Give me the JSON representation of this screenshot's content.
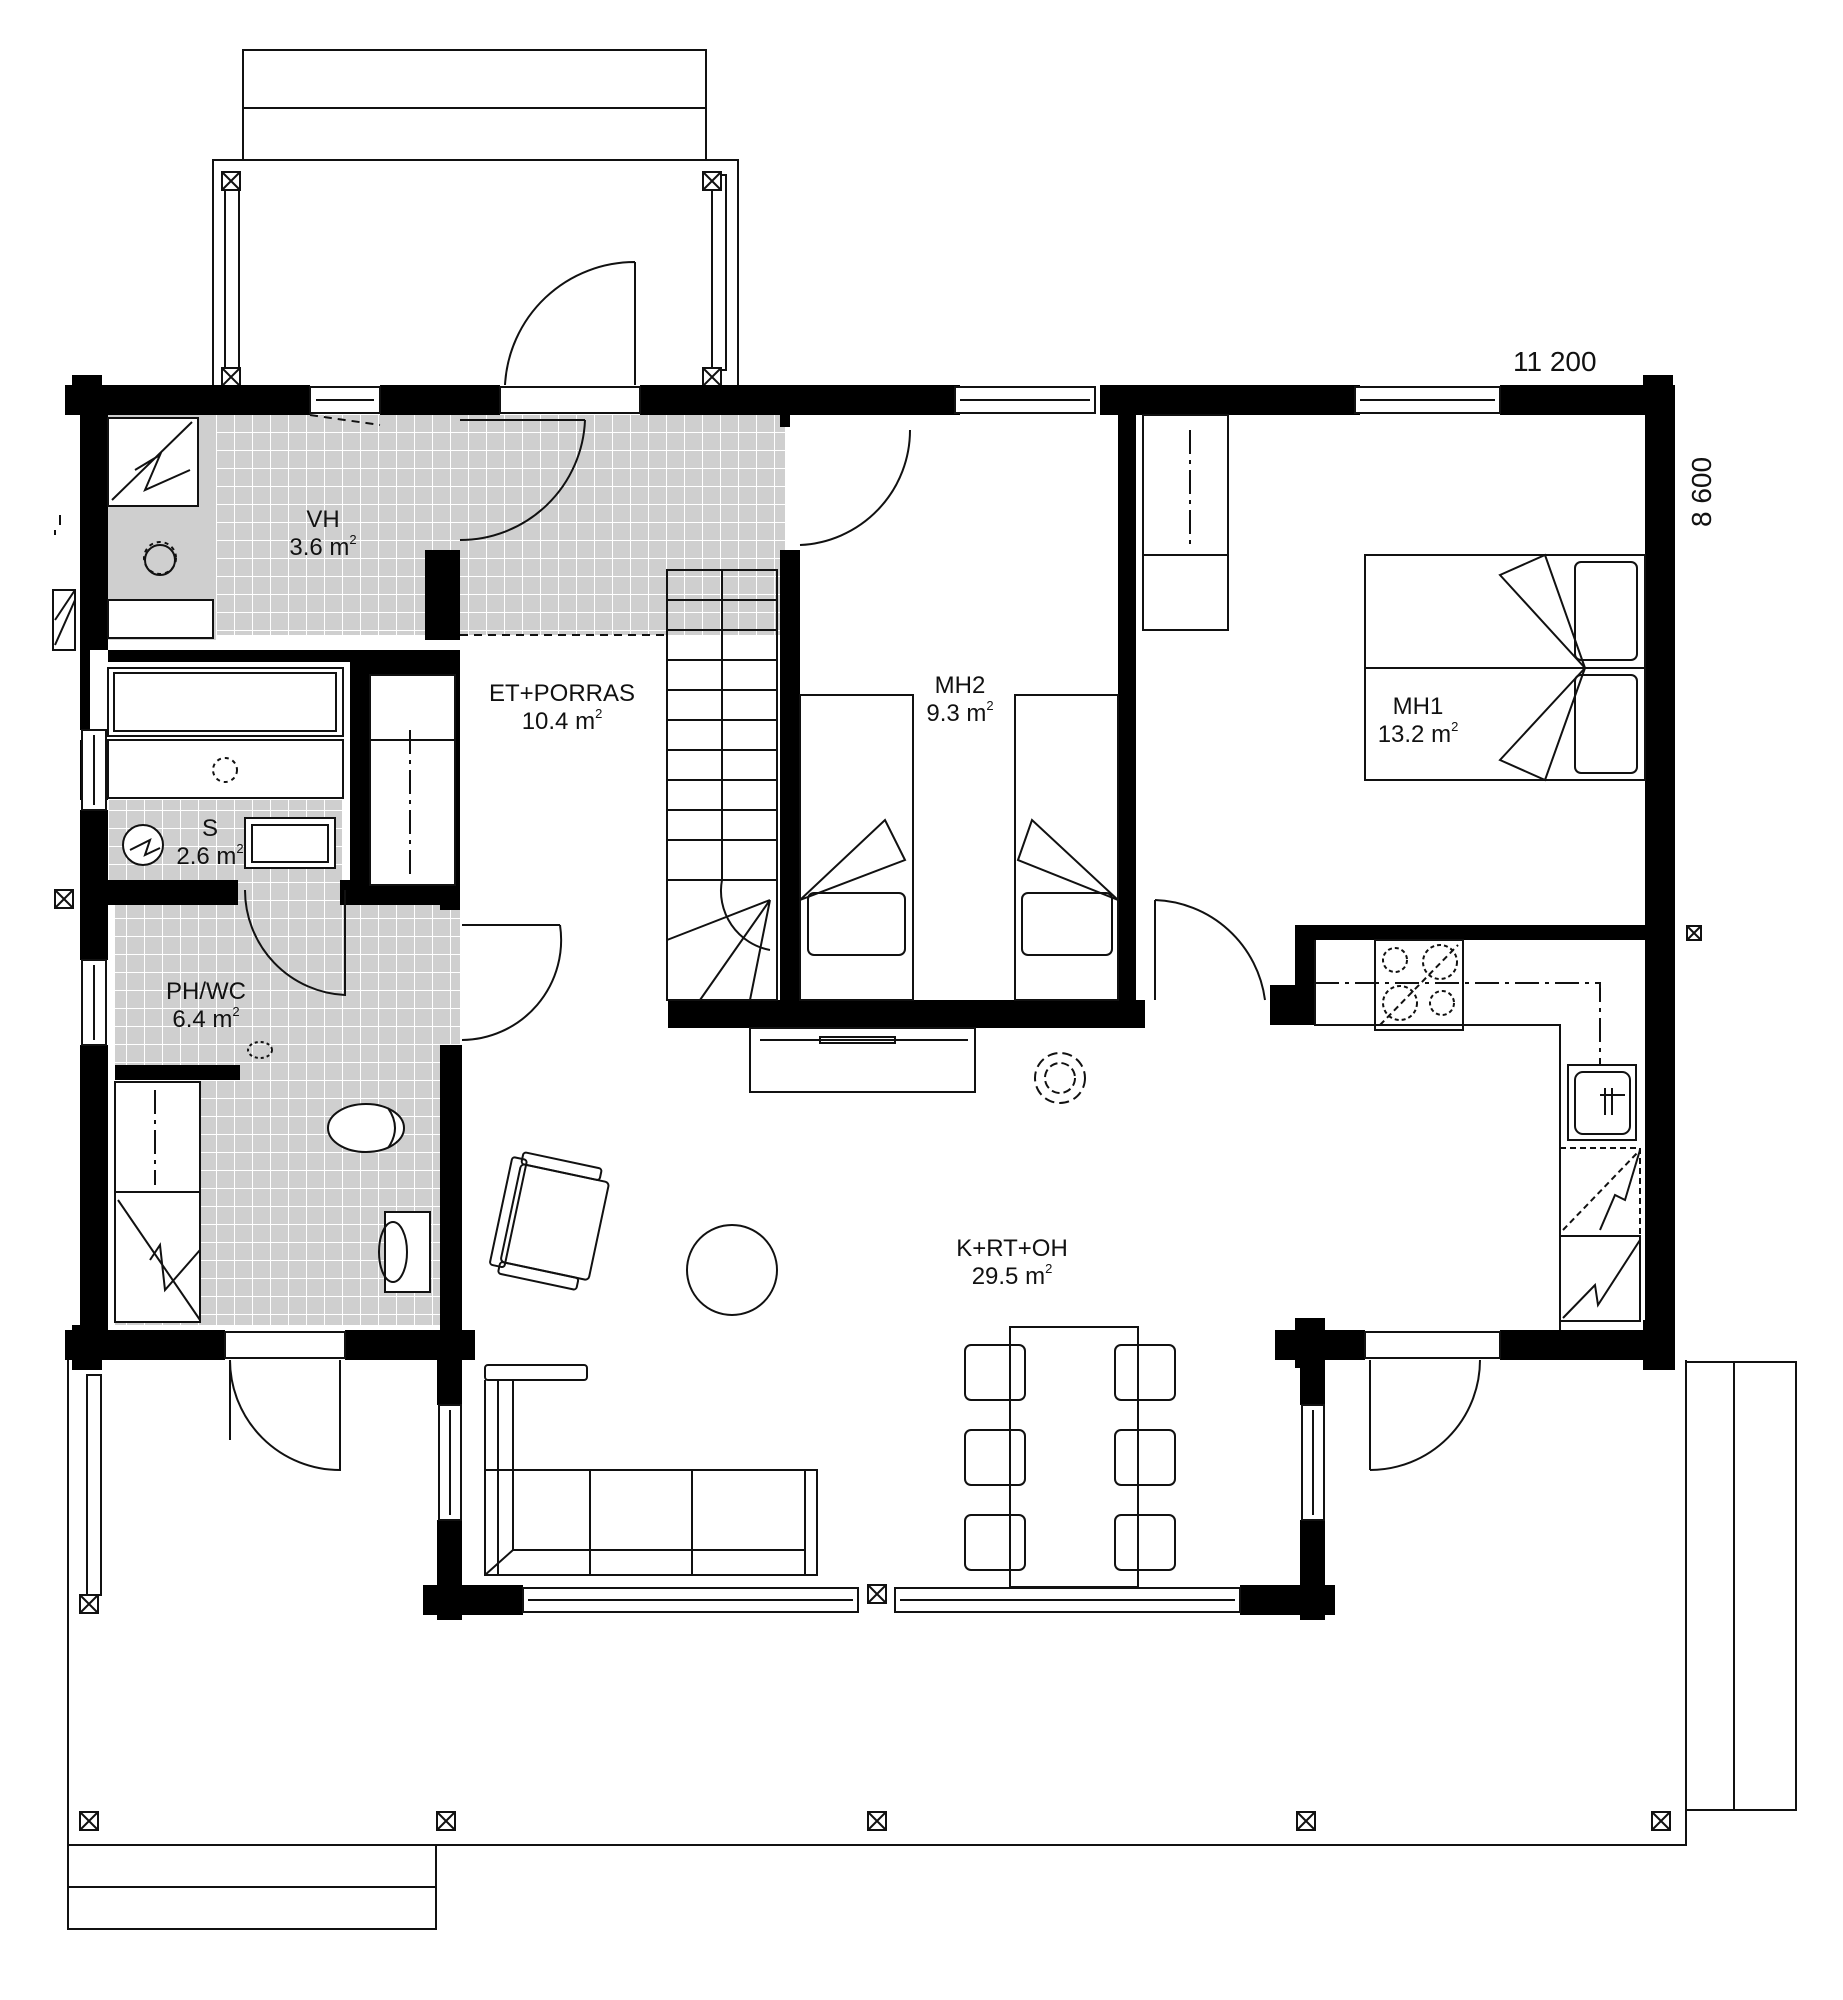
{
  "plan": {
    "type": "floor-plan",
    "colors": {
      "wall": "#000000",
      "line": "#111111",
      "wet_floor": "#cfcfcf",
      "tile_grid": "#ffffff",
      "background": "#ffffff"
    },
    "dimensions": {
      "width": "11 200",
      "depth": "8 600"
    },
    "rooms": [
      {
        "id": "vh",
        "name": "VH",
        "area": "3.6 m",
        "unit_sup": "2"
      },
      {
        "id": "et-porras",
        "name": "ET+PORRAS",
        "area": "10.4 m",
        "unit_sup": "2"
      },
      {
        "id": "mh2",
        "name": "MH2",
        "area": "9.3 m",
        "unit_sup": "2"
      },
      {
        "id": "mh1",
        "name": "MH1",
        "area": "13.2 m",
        "unit_sup": "2"
      },
      {
        "id": "s",
        "name": "S",
        "area": "2.6 m",
        "unit_sup": "2"
      },
      {
        "id": "ph-wc",
        "name": "PH/WC",
        "area": "6.4 m",
        "unit_sup": "2"
      },
      {
        "id": "k-rt-oh",
        "name": "K+RT+OH",
        "area": "29.5 m",
        "unit_sup": "2"
      }
    ]
  }
}
